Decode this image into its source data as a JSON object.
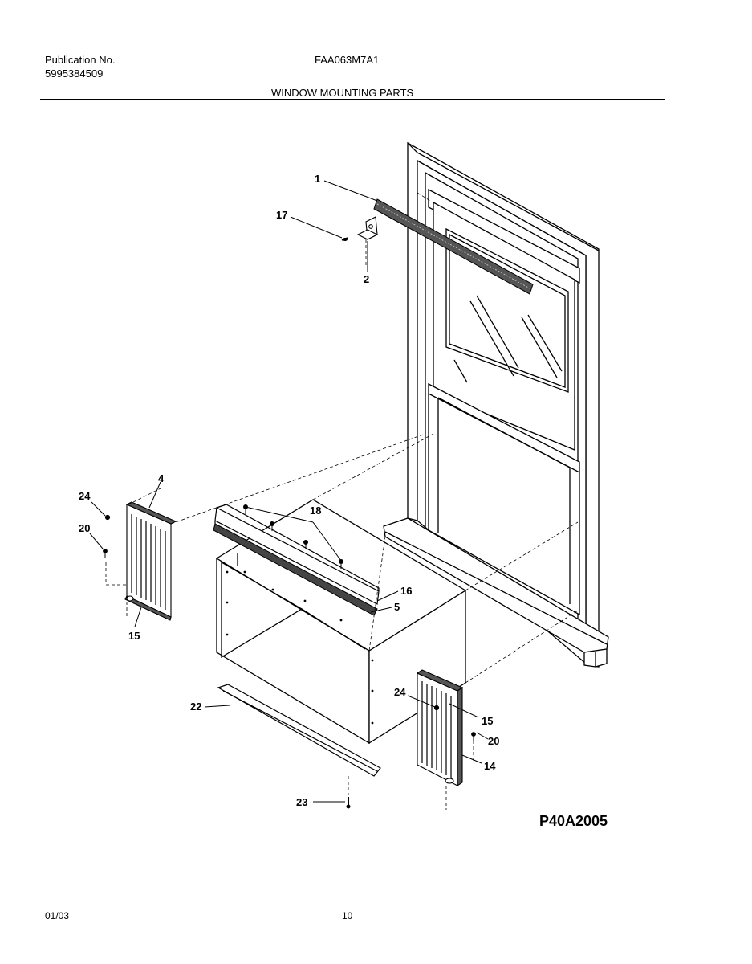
{
  "header": {
    "publication_label": "Publication No.",
    "publication_number": "5995384509",
    "model_number": "FAA063M7A1",
    "section_title": "WINDOW MOUNTING PARTS"
  },
  "diagram": {
    "callouts": {
      "c1": "1",
      "c17": "17",
      "c2": "2",
      "c4": "4",
      "c24a": "24",
      "c20a": "20",
      "c15a": "15",
      "c18": "18",
      "c16": "16",
      "c5": "5",
      "c22": "22",
      "c23": "23",
      "c24b": "24",
      "c15b": "15",
      "c20b": "20",
      "c14": "14"
    },
    "code": "P40A2005"
  },
  "footer": {
    "date": "01/03",
    "page": "10"
  }
}
